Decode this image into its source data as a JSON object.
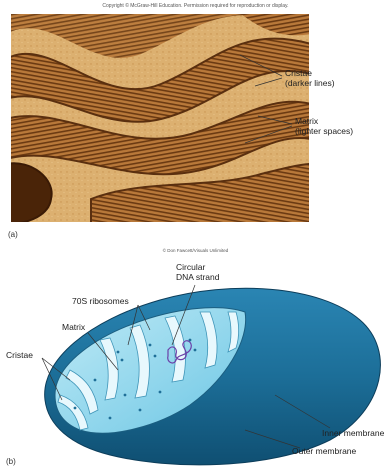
{
  "copyright": "Copyright © McGraw-Hill Education. Permission required for reproduction or display.",
  "panel_a": {
    "letter": "(a)",
    "labels": {
      "cristae": [
        "Cristae",
        "(darker lines)"
      ],
      "matrix": [
        "Matrix",
        "(lighter spaces)"
      ]
    }
  },
  "credit": "© Don Fawcett/Visuals Unlimited",
  "panel_b": {
    "letter": "(b)",
    "labels": {
      "dna": [
        "Circular",
        "DNA strand"
      ],
      "ribosomes": "70S ribosomes",
      "matrix": "Matrix",
      "cristae": "Cristae",
      "inner_membrane": "Inner membrane",
      "outer_membrane": "Outer membrane"
    }
  },
  "colors": {
    "micro_bg": "#d8aa66",
    "micro_band": "#8a4f1c",
    "mito_outer": "#1d6f96",
    "mito_inner": "#7fd0ea",
    "label_line": "#333333"
  }
}
